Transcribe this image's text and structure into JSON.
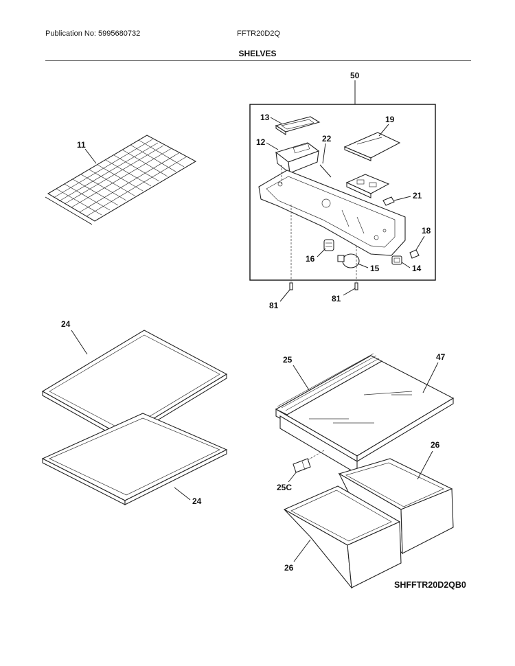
{
  "header": {
    "publication": "Publication No: 5995680732",
    "model": "FFTR20D2Q",
    "section_title": "SHELVES"
  },
  "callouts": {
    "p50": "50",
    "p13": "13",
    "p12": "12",
    "p22": "22",
    "p19": "19",
    "p21": "21",
    "p18": "18",
    "p16": "16",
    "p15": "15",
    "p14": "14",
    "p81a": "81",
    "p81b": "81",
    "p11": "11",
    "p24a": "24",
    "p24b": "24",
    "p25": "25",
    "p47": "47",
    "p25c": "25C",
    "p26a": "26",
    "p26b": "26"
  },
  "drawing_code": "SHFFTR20D2QB0"
}
